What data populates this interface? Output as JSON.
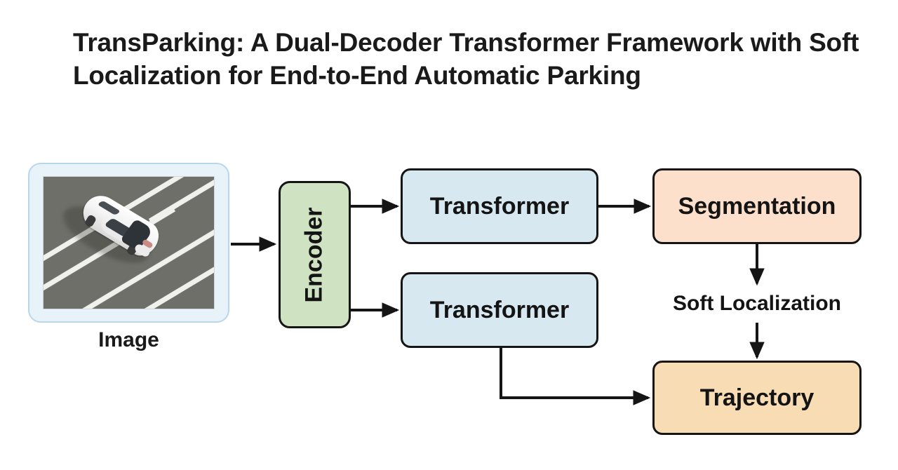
{
  "title": "TransParking: A Dual-Decoder Transformer Framework with Soft Localization for End-to-End Automatic Parking",
  "diagram": {
    "type": "flowchart",
    "input": {
      "label": "Image",
      "photo_alt": "Overhead view of a white sedan parked between white lane markings on gray asphalt"
    },
    "nodes": [
      {
        "id": "encoder",
        "label": "Encoder",
        "color": "#cfe3c2",
        "orientation": "vertical"
      },
      {
        "id": "transformer_top",
        "label": "Transformer",
        "color": "#d7e8f1",
        "orientation": "horizontal"
      },
      {
        "id": "transformer_bottom",
        "label": "Transformer",
        "color": "#d7e8f1",
        "orientation": "horizontal"
      },
      {
        "id": "segmentation",
        "label": "Segmentation",
        "color": "#fce0cb",
        "orientation": "horizontal"
      },
      {
        "id": "trajectory",
        "label": "Trajectory",
        "color": "#f8ddb4",
        "orientation": "horizontal"
      }
    ],
    "edge_labels": [
      {
        "id": "soft_localization",
        "label": "Soft Localization"
      }
    ],
    "edges": [
      {
        "from": "image",
        "to": "encoder",
        "style": "straight-arrow"
      },
      {
        "from": "encoder",
        "to": "transformer_top",
        "style": "straight-arrow"
      },
      {
        "from": "encoder",
        "to": "transformer_bottom",
        "style": "straight-arrow"
      },
      {
        "from": "transformer_top",
        "to": "segmentation",
        "style": "straight-arrow"
      },
      {
        "from": "segmentation",
        "to": "soft_localization",
        "style": "down-arrow"
      },
      {
        "from": "soft_localization",
        "to": "trajectory",
        "style": "down-arrow"
      },
      {
        "from": "transformer_bottom",
        "to": "trajectory",
        "style": "elbow-arrow"
      }
    ],
    "colors": {
      "background": "#ffffff",
      "stroke": "#151515",
      "image_frame": "#e7f2f9",
      "image_frame_border": "#b9d7e8",
      "asphalt": "#6f6f69",
      "lane_line": "#f0f1ec"
    }
  }
}
